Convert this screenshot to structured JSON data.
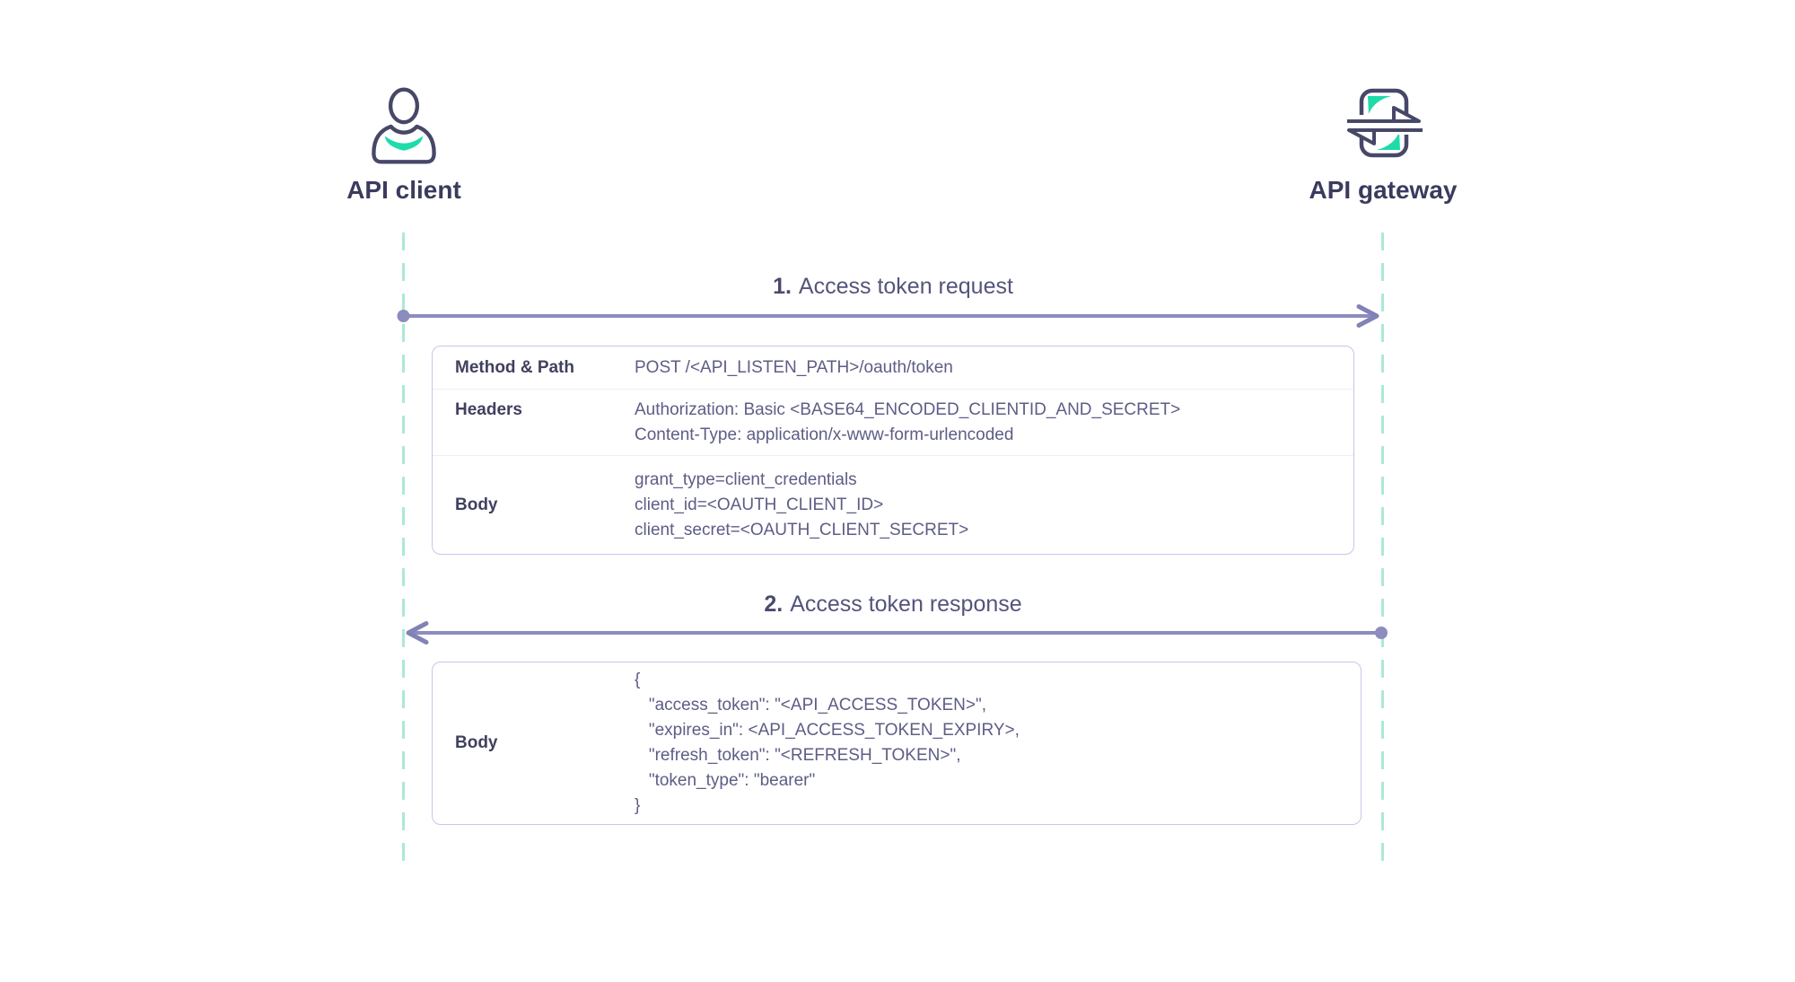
{
  "actors": {
    "client": {
      "label": "API client"
    },
    "gateway": {
      "label": "API gateway"
    }
  },
  "steps": [
    {
      "number": "1.",
      "title": "Access token request"
    },
    {
      "number": "2.",
      "title": "Access token response"
    }
  ],
  "request_table": {
    "rows": [
      {
        "label": "Method & Path",
        "lines": [
          "POST /<API_LISTEN_PATH>/oauth/token"
        ]
      },
      {
        "label": "Headers",
        "lines": [
          "Authorization: Basic <BASE64_ENCODED_CLIENTID_AND_SECRET>",
          "Content-Type: application/x-www-form-urlencoded"
        ]
      },
      {
        "label": "Body",
        "lines": [
          "grant_type=client_credentials",
          "client_id=<OAUTH_CLIENT_ID>",
          "client_secret=<OAUTH_CLIENT_SECRET>"
        ]
      }
    ]
  },
  "response_table": {
    "rows": [
      {
        "label": "Body",
        "lines": [
          "{",
          "   \"access_token\": \"<API_ACCESS_TOKEN>\",",
          "   \"expires_in\": <API_ACCESS_TOKEN_EXPIRY>,",
          "   \"refresh_token\": \"<REFRESH_TOKEN>\",",
          "   \"token_type\": \"bearer\"",
          "}"
        ]
      }
    ]
  },
  "colors": {
    "accent_teal": "#1edbaa",
    "icon_outline": "#474768",
    "arrow_purple": "#8c8cbe",
    "lifeline_mint": "#ade9d6",
    "table_border": "#c9c5ec",
    "label_text": "#40405f",
    "value_text": "#5d5d86"
  }
}
